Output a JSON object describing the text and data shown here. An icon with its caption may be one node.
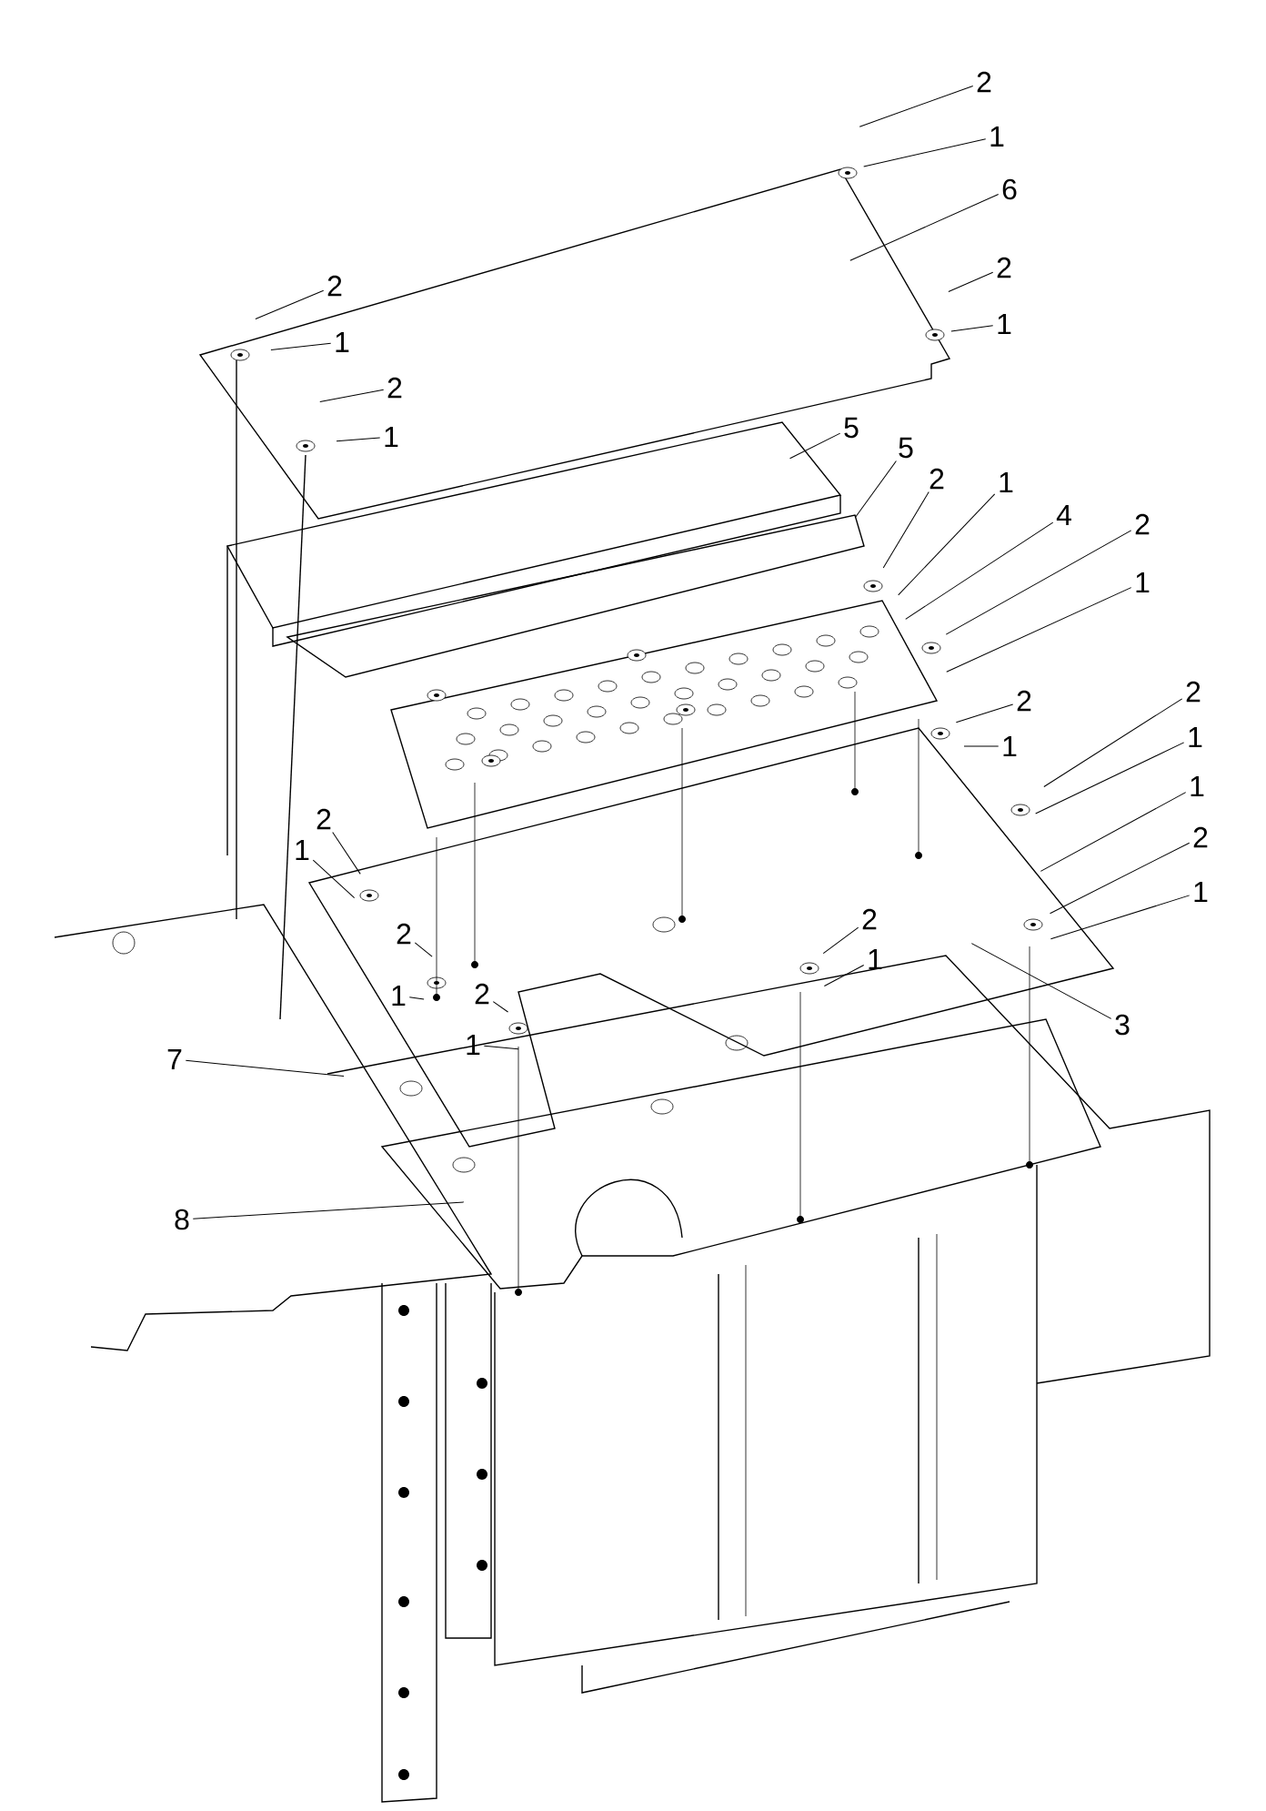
{
  "diagram": {
    "nodes": [
      {
        "text": [
          "2"
        ]
      },
      {
        "text": [
          "1"
        ]
      },
      {
        "text": [
          "6"
        ]
      },
      {
        "text": [
          "2"
        ]
      },
      {
        "text": [
          "1"
        ]
      },
      {
        "text": [
          "2"
        ]
      },
      {
        "text": [
          "1"
        ]
      },
      {
        "text": [
          "2"
        ]
      },
      {
        "text": [
          "1"
        ]
      },
      {
        "text": [
          "5"
        ]
      },
      {
        "text": [
          "5"
        ]
      },
      {
        "text": [
          "2"
        ]
      },
      {
        "text": [
          "1"
        ]
      },
      {
        "text": [
          "4"
        ]
      },
      {
        "text": [
          "2"
        ]
      },
      {
        "text": [
          "1"
        ]
      },
      {
        "text": [
          "2"
        ]
      },
      {
        "text": [
          "1"
        ]
      },
      {
        "text": [
          "2"
        ]
      },
      {
        "text": [
          "1"
        ]
      },
      {
        "text": [
          "1"
        ]
      },
      {
        "text": [
          "2"
        ]
      },
      {
        "text": [
          "1"
        ]
      },
      {
        "text": [
          "3"
        ]
      },
      {
        "text": [
          "2"
        ]
      },
      {
        "text": [
          "1"
        ]
      },
      {
        "text": [
          "2"
        ]
      },
      {
        "text": [
          "1"
        ]
      },
      {
        "text": [
          "2"
        ]
      },
      {
        "text": [
          "1"
        ]
      },
      {
        "text": [
          "2"
        ]
      },
      {
        "text": [
          "1"
        ]
      },
      {
        "text": [
          "7"
        ]
      },
      {
        "text": [
          "8"
        ]
      }
    ],
    "edges": [
      {
        "from": 0,
        "to": null,
        "arrow": "none"
      },
      {
        "from": 1,
        "to": null,
        "arrow": "none"
      },
      {
        "from": 2,
        "to": null,
        "arrow": "none"
      },
      {
        "from": 3,
        "to": null,
        "arrow": "none"
      },
      {
        "from": 4,
        "to": null,
        "arrow": "none"
      },
      {
        "from": 5,
        "to": null,
        "arrow": "none"
      },
      {
        "from": 6,
        "to": null,
        "arrow": "none"
      },
      {
        "from": 7,
        "to": null,
        "arrow": "none"
      },
      {
        "from": 8,
        "to": null,
        "arrow": "none"
      },
      {
        "from": 9,
        "to": null,
        "arrow": "none"
      },
      {
        "from": 10,
        "to": null,
        "arrow": "none"
      },
      {
        "from": 11,
        "to": null,
        "arrow": "none"
      },
      {
        "from": 12,
        "to": null,
        "arrow": "none"
      },
      {
        "from": 13,
        "to": null,
        "arrow": "none"
      },
      {
        "from": 14,
        "to": null,
        "arrow": "none"
      },
      {
        "from": 15,
        "to": null,
        "arrow": "none"
      },
      {
        "from": 16,
        "to": null,
        "arrow": "none"
      },
      {
        "from": 17,
        "to": null,
        "arrow": "none"
      },
      {
        "from": 18,
        "to": null,
        "arrow": "none"
      },
      {
        "from": 19,
        "to": null,
        "arrow": "none"
      },
      {
        "from": 20,
        "to": null,
        "arrow": "none"
      },
      {
        "from": 21,
        "to": null,
        "arrow": "none"
      },
      {
        "from": 22,
        "to": null,
        "arrow": "none"
      },
      {
        "from": 23,
        "to": null,
        "arrow": "none"
      },
      {
        "from": 24,
        "to": null,
        "arrow": "none"
      },
      {
        "from": 25,
        "to": null,
        "arrow": "none"
      },
      {
        "from": 26,
        "to": null,
        "arrow": "none"
      },
      {
        "from": 27,
        "to": null,
        "arrow": "none"
      },
      {
        "from": 28,
        "to": null,
        "arrow": "none"
      },
      {
        "from": 29,
        "to": null,
        "arrow": "none"
      },
      {
        "from": 30,
        "to": null,
        "arrow": "none"
      },
      {
        "from": 31,
        "to": null,
        "arrow": "none"
      },
      {
        "from": 32,
        "to": null,
        "arrow": "none"
      },
      {
        "from": 33,
        "to": null,
        "arrow": "none"
      }
    ]
  }
}
